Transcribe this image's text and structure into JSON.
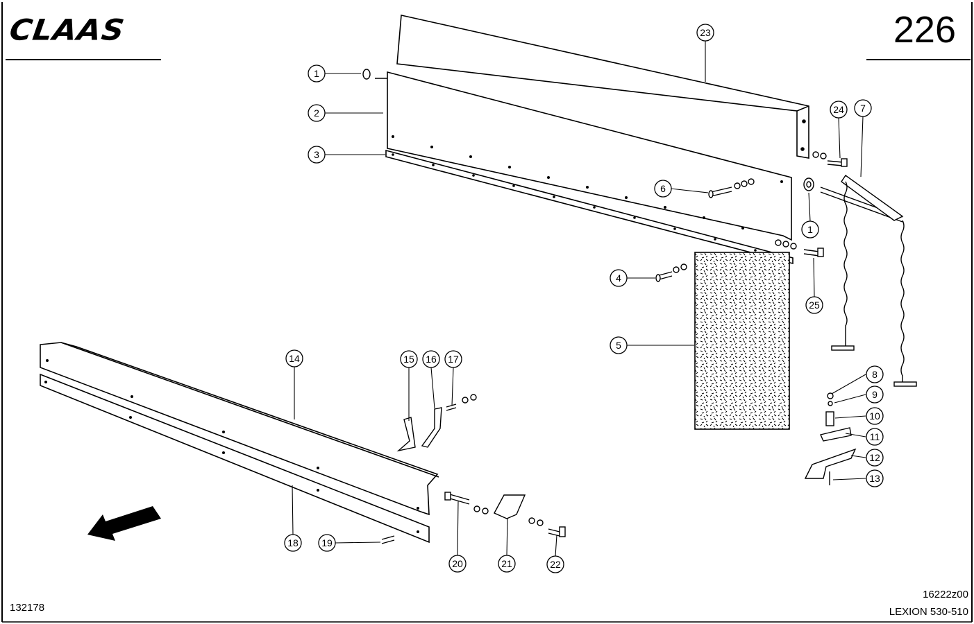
{
  "header": {
    "brand": "CLAAS",
    "page_number": "226"
  },
  "footer": {
    "doc_id": "132178",
    "ref_code": "16222z00",
    "model": "LEXION 530-510"
  },
  "callouts": [
    "1",
    "2",
    "3",
    "1",
    "4",
    "5",
    "6",
    "7",
    "8",
    "9",
    "10",
    "11",
    "12",
    "13",
    "14",
    "15",
    "16",
    "17",
    "18",
    "19",
    "20",
    "21",
    "22",
    "23",
    "24",
    "25"
  ]
}
